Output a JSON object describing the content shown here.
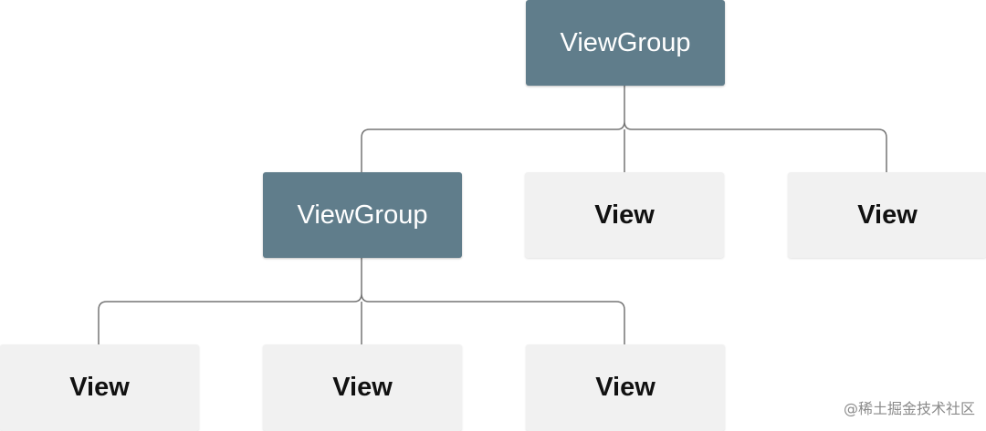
{
  "diagram": {
    "root": {
      "label": "ViewGroup",
      "kind": "group"
    },
    "level1": [
      {
        "label": "ViewGroup",
        "kind": "group"
      },
      {
        "label": "View",
        "kind": "leaf"
      },
      {
        "label": "View",
        "kind": "leaf"
      }
    ],
    "level2": [
      {
        "label": "View",
        "kind": "leaf"
      },
      {
        "label": "View",
        "kind": "leaf"
      },
      {
        "label": "View",
        "kind": "leaf"
      }
    ]
  },
  "colors": {
    "group_fill": "#607d8b",
    "group_text": "#ffffff",
    "leaf_fill": "#f1f1f1",
    "leaf_text": "#111111",
    "connector": "#757575"
  },
  "watermark": "@稀土掘金技术社区"
}
